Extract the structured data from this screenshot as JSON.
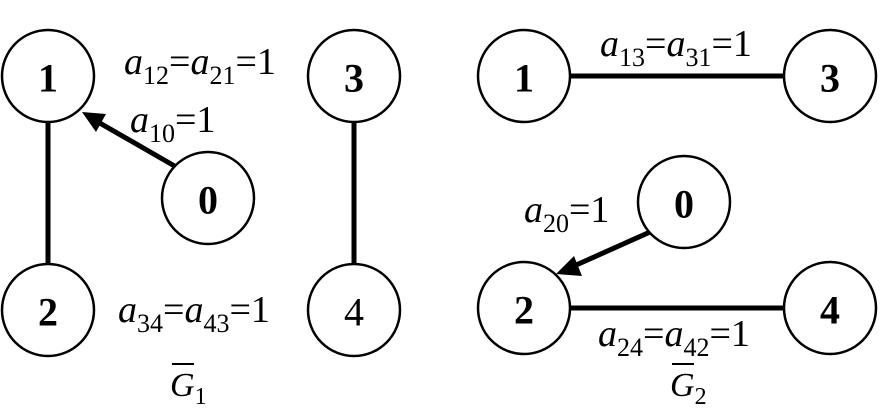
{
  "graph1": {
    "label_main": "G",
    "label_sub": "1",
    "nodes": {
      "n1": "1",
      "n2": "2",
      "n3": "3",
      "n4": "4",
      "n0": "0"
    },
    "eq_12": {
      "a": "a",
      "s1": "12",
      "eq1": "=",
      "b": "a",
      "s2": "21",
      "eq2": "=1"
    },
    "eq_10": {
      "a": "a",
      "s1": "10",
      "eq1": "=1"
    },
    "eq_34": {
      "a": "a",
      "s1": "34",
      "eq1": "=",
      "b": "a",
      "s2": "43",
      "eq2": "=1"
    }
  },
  "graph2": {
    "label_main": "G",
    "label_sub": "2",
    "nodes": {
      "n1": "1",
      "n3": "3",
      "n0": "0",
      "n2": "2",
      "n4": "4"
    },
    "eq_13": {
      "a": "a",
      "s1": "13",
      "eq1": "=",
      "b": "a",
      "s2": "31",
      "eq2": "=1"
    },
    "eq_20": {
      "a": "a",
      "s1": "20",
      "eq1": "=1"
    },
    "eq_24": {
      "a": "a",
      "s1": "24",
      "eq1": "=",
      "b": "a",
      "s2": "42",
      "eq2": "=1"
    }
  }
}
